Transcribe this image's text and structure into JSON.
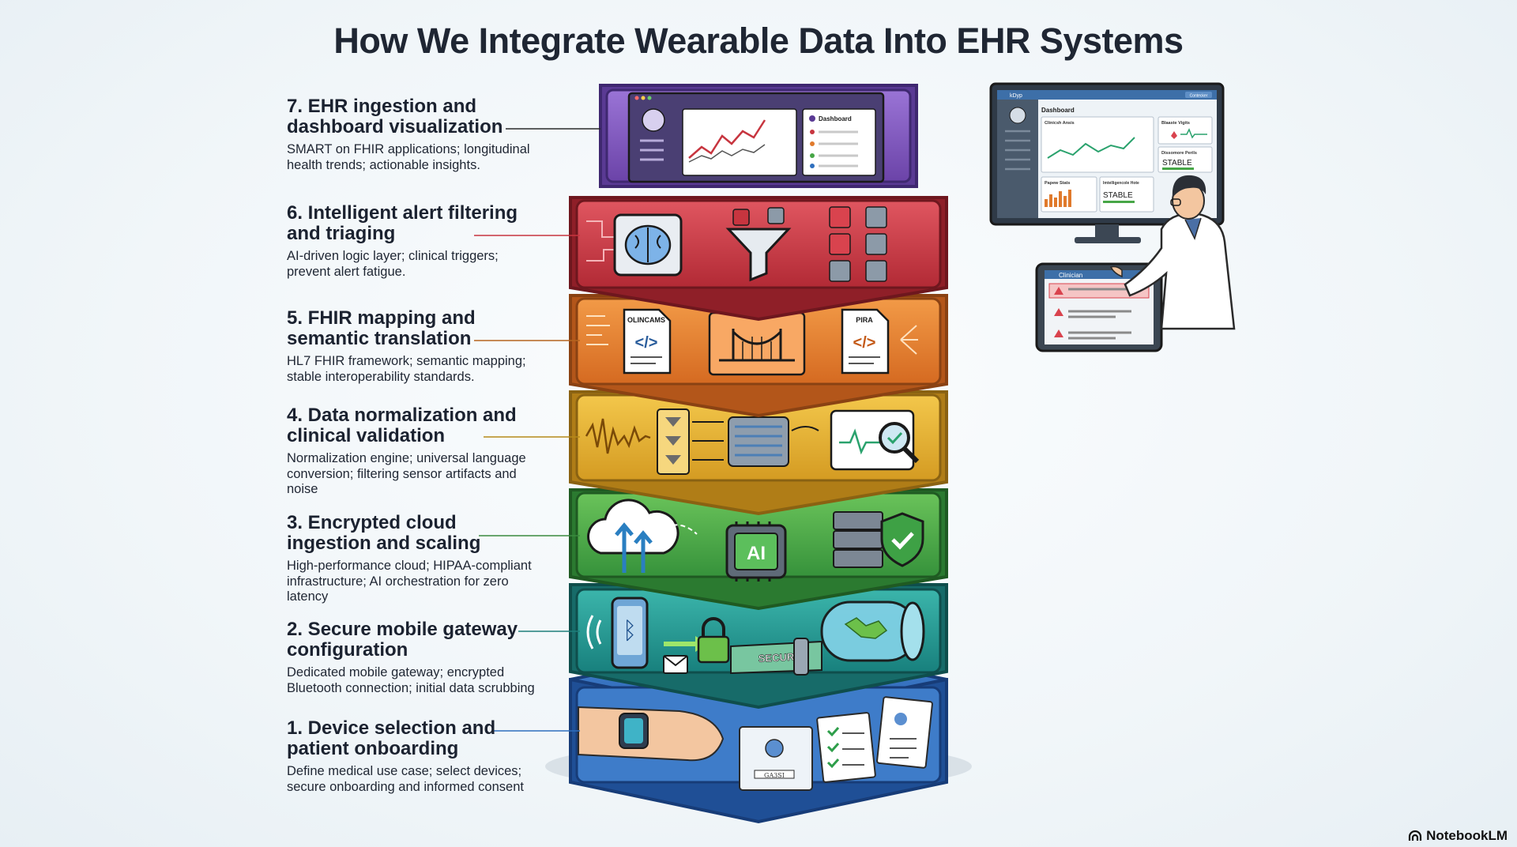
{
  "title": "How We Integrate Wearable Data Into EHR Systems",
  "steps": [
    {
      "title": "7. EHR ingestion and dashboard visualization",
      "desc": "SMART on FHIR applications; longitudinal health trends; actionable insights.",
      "color": "#7a52b8"
    },
    {
      "title": "6. Intelligent alert filtering and triaging",
      "desc": "AI-driven logic layer; clinical triggers; prevent alert fatigue.",
      "color": "#c7353f"
    },
    {
      "title": "5. FHIR mapping and semantic translation",
      "desc": "HL7 FHIR framework; semantic mapping; stable interoperability standards.",
      "color": "#e07a2c"
    },
    {
      "title": "4. Data normalization and clinical validation",
      "desc": "Normalization engine; universal language conversion; filtering sensor artifacts and noise",
      "color": "#e2ad2e"
    },
    {
      "title": "3. Encrypted cloud ingestion and scaling",
      "desc": "High-performance cloud; HIPAA-compliant infrastructure; AI orchestration for zero latency",
      "color": "#47a647"
    },
    {
      "title": "2. Secure mobile gateway configuration",
      "desc": "Dedicated mobile gateway; encrypted Bluetooth connection; initial data scrubbing",
      "color": "#1f9a91"
    },
    {
      "title": "1. Device selection and patient onboarding",
      "desc": "Define medical use case; select devices; secure onboarding and informed consent",
      "color": "#2f6fbe"
    }
  ],
  "illustration_labels": {
    "dashboard": "Dashboard",
    "file_left": "OLINCAMS",
    "file_right": "PIRA",
    "ai_chip": "AI",
    "secure_pipe": "SECURE",
    "badge_field": "GA3SI"
  },
  "monitor": {
    "app": "kDyp",
    "dashboard": "Dashboard",
    "chart_label": "Clinicsh Ansis",
    "vitals_label": "Blaaste Vigits",
    "status_label_1": "Dissomore Perils",
    "status_1": "STABLE",
    "panel_label_1": "Papew Stats",
    "panel_label_2": "Imtelligencole Hote",
    "status_2": "STABLE",
    "button": "Contecker"
  },
  "tablet": {
    "header": "Clinician"
  },
  "brand": "NotebookLM",
  "icons": [
    "user-icon",
    "brain-icon",
    "funnel-icon",
    "alert-triangle-icon",
    "code-file-icon",
    "bridge-icon",
    "waveform-icon",
    "filter-icon",
    "magnifier-icon",
    "cloud-upload-icon",
    "ai-chip-icon",
    "server-icon",
    "shield-check-icon",
    "phone-icon",
    "bluetooth-icon",
    "envelope-icon",
    "lock-icon",
    "pipe-icon",
    "smartwatch-icon",
    "id-badge-icon",
    "checklist-icon",
    "profile-document-icon",
    "monitor-icon",
    "tablet-icon",
    "clinician-icon"
  ]
}
